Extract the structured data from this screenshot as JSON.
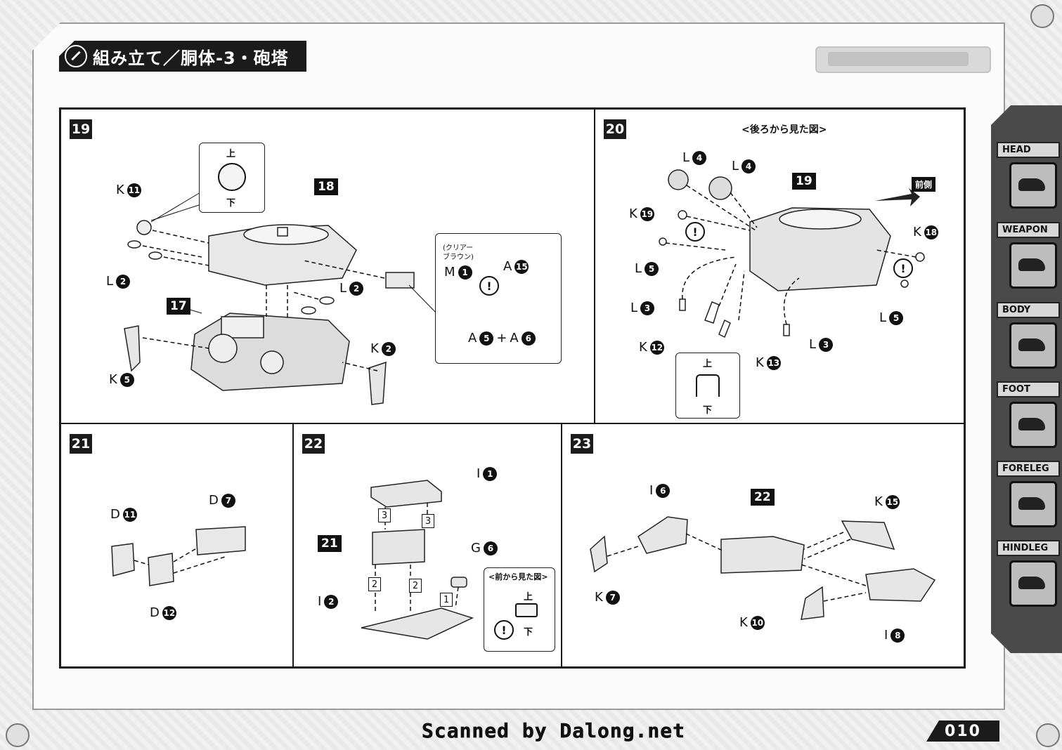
{
  "header": {
    "title": "組み立て／胴体-3・砲塔"
  },
  "steps": {
    "s19": {
      "number": "19",
      "inset_top": "上",
      "inset_bottom": "下",
      "sub_18": "18",
      "sub_17": "17",
      "clear_brown": "(クリアー\nブラウン)",
      "labels": {
        "k11_letter": "K",
        "k11_num": "11",
        "l2a_letter": "L",
        "l2a_num": "2",
        "l2b_letter": "L",
        "l2b_num": "2",
        "k5_letter": "K",
        "k5_num": "5",
        "k2_letter": "K",
        "k2_num": "2",
        "m1_letter": "M",
        "m1_num": "1",
        "a15_letter": "A",
        "a15_num": "15",
        "a5_letter": "A",
        "a5_num": "5",
        "plus": "+",
        "a6_letter": "A",
        "a6_num": "6"
      }
    },
    "s20": {
      "number": "20",
      "caption": "<後ろから見た図>",
      "sub_19": "19",
      "front_tag": "前側",
      "inset_top": "上",
      "inset_bottom": "下",
      "labels": {
        "l4a_letter": "L",
        "l4a_num": "4",
        "l4b_letter": "L",
        "l4b_num": "4",
        "k19_letter": "K",
        "k19_num": "19",
        "k18_letter": "K",
        "k18_num": "18",
        "l5a_letter": "L",
        "l5a_num": "5",
        "l5b_letter": "L",
        "l5b_num": "5",
        "l3a_letter": "L",
        "l3a_num": "3",
        "l3b_letter": "L",
        "l3b_num": "3",
        "k12_letter": "K",
        "k12_num": "12",
        "k13_letter": "K",
        "k13_num": "13"
      }
    },
    "s21": {
      "number": "21",
      "labels": {
        "d11_letter": "D",
        "d11_num": "11",
        "d7_letter": "D",
        "d7_num": "7",
        "d12_letter": "D",
        "d12_num": "12"
      }
    },
    "s22": {
      "number": "22",
      "sub_21": "21",
      "caption": "<前から見た図>",
      "inset_top": "上",
      "inset_bottom": "下",
      "labels": {
        "i1_letter": "I",
        "i1_num": "1",
        "i2_letter": "I",
        "i2_num": "2",
        "g6_letter": "G",
        "g6_num": "6",
        "n3a": "3",
        "n3b": "3",
        "n2a": "2",
        "n2b": "2",
        "n1": "1"
      }
    },
    "s23": {
      "number": "23",
      "sub_22": "22",
      "labels": {
        "i6_letter": "I",
        "i6_num": "6",
        "k15_letter": "K",
        "k15_num": "15",
        "k7_letter": "K",
        "k7_num": "7",
        "k10_letter": "K",
        "k10_num": "10",
        "i8_letter": "I",
        "i8_num": "8"
      }
    }
  },
  "warning_mark": "!",
  "sidebar": {
    "items": [
      {
        "label": "HEAD"
      },
      {
        "label": "WEAPON"
      },
      {
        "label": "BODY"
      },
      {
        "label": "FOOT"
      },
      {
        "label": "FORELEG"
      },
      {
        "label": "HINDLEG"
      }
    ]
  },
  "footer": {
    "credit": "Scanned by Dalong.net",
    "page_number": "010"
  }
}
